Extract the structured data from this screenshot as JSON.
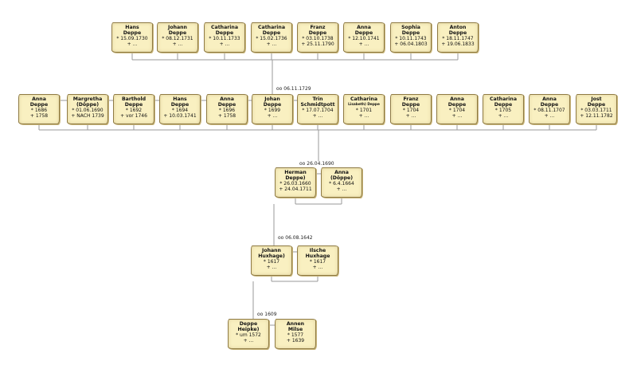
{
  "generations": [
    {
      "marriage_label": "",
      "people": [
        {
          "name": [
            "Hans",
            "Deppe"
          ],
          "lines": [
            "* 15.09.1730",
            "+ ..."
          ]
        },
        {
          "name": [
            "Johann",
            "Deppe"
          ],
          "lines": [
            "* 08.12.1731",
            "+ ..."
          ]
        },
        {
          "name": [
            "Catharina",
            "Deppe"
          ],
          "lines": [
            "* 10.11.1733",
            "+ ..."
          ]
        },
        {
          "name": [
            "Catharina",
            "Deppe"
          ],
          "lines": [
            "* 15.02.1736",
            "+ ..."
          ]
        },
        {
          "name": [
            "Franz",
            "Deppe"
          ],
          "lines": [
            "* 03.10.1738",
            "+ 25.11.1790"
          ]
        },
        {
          "name": [
            "Anna",
            "Deppe"
          ],
          "lines": [
            "* 12.10.1741",
            "+ ..."
          ]
        },
        {
          "name": [
            "Sophia",
            "Deppe"
          ],
          "lines": [
            "* 10.11.1743",
            "+ 06.04.1803"
          ]
        },
        {
          "name": [
            "Anton",
            "Deppe"
          ],
          "lines": [
            "* 18.11.1747",
            "+ 19.06.1833"
          ]
        }
      ]
    },
    {
      "marriage_label": "oo 06.11.1729",
      "people": [
        {
          "name": [
            "Anna",
            "Deppe"
          ],
          "lines": [
            "* 1686",
            "+ 1758"
          ]
        },
        {
          "name": [
            "Margretha",
            "(Döppe)"
          ],
          "lines": [
            "* 01.06.1690",
            "+ NACH 1739"
          ]
        },
        {
          "name": [
            "Barthold",
            "Deppe"
          ],
          "lines": [
            "* 1692",
            "+ vor 1746"
          ]
        },
        {
          "name": [
            "Hans",
            "Deppe"
          ],
          "lines": [
            "* 1694",
            "+ 10.03.1741"
          ]
        },
        {
          "name": [
            "Anna",
            "Deppe"
          ],
          "lines": [
            "* 1696",
            "+ 1758"
          ]
        },
        {
          "name": [
            "Johan",
            "Deppe"
          ],
          "lines": [
            "* 1699",
            "+ ..."
          ]
        },
        {
          "name": [
            "Trin",
            "Schmidtpott"
          ],
          "lines": [
            "* 17.07.1704",
            "+ ..."
          ]
        },
        {
          "name": [
            "Catharina",
            "Lisabeth) Deppe"
          ],
          "lines": [
            "* 1701",
            "+ ..."
          ]
        },
        {
          "name": [
            "Franz",
            "Deppe"
          ],
          "lines": [
            "* 1704",
            "+ ..."
          ]
        },
        {
          "name": [
            "Anna",
            "Deppe"
          ],
          "lines": [
            "* 1704",
            "+ ..."
          ]
        },
        {
          "name": [
            "Catharina",
            "Deppe"
          ],
          "lines": [
            "* 1705",
            "+ ..."
          ]
        },
        {
          "name": [
            "Anna",
            "Deppe"
          ],
          "lines": [
            "* 08.11.1707",
            "+ ..."
          ]
        },
        {
          "name": [
            "Jost",
            "Deppe"
          ],
          "lines": [
            "* 03.03.1711",
            "+ 12.11.1782"
          ]
        }
      ]
    },
    {
      "marriage_label": "oo 26.04.1690",
      "people": [
        {
          "name": [
            "Herman",
            "Deppe)"
          ],
          "lines": [
            "* 26.03.1660",
            "+ 24.04.1711"
          ]
        },
        {
          "name": [
            "Anna",
            "(Döppe)"
          ],
          "lines": [
            "* 6.4.1664",
            "+ ..."
          ]
        }
      ]
    },
    {
      "marriage_label": "oo 06.08.1642",
      "people": [
        {
          "name": [
            "Johann",
            "Huxhage)"
          ],
          "lines": [
            "* 1617",
            "+ ..."
          ]
        },
        {
          "name": [
            "Ilsche",
            "Huxhage"
          ],
          "lines": [
            "* 1617",
            "+ ..."
          ]
        }
      ]
    },
    {
      "marriage_label": "oo 1609",
      "people": [
        {
          "name": [
            "Deppe",
            "Heipke)"
          ],
          "lines": [
            "* um 1572",
            "+ ..."
          ]
        },
        {
          "name": [
            "Annen",
            "Milse"
          ],
          "lines": [
            "* 1577",
            "+ 1639"
          ]
        }
      ]
    }
  ]
}
